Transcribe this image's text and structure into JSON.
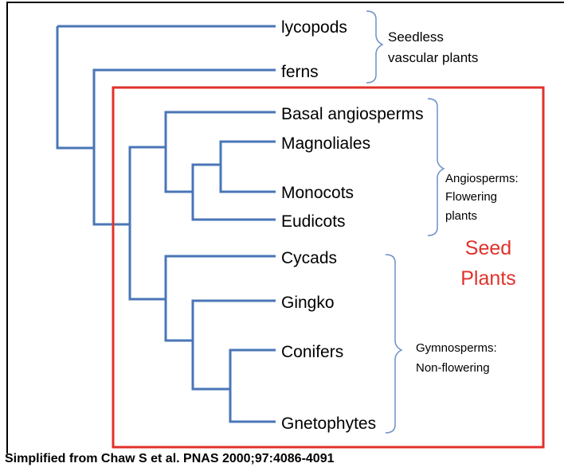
{
  "taxa": {
    "lycopods": "lycopods",
    "ferns": "ferns",
    "basal_angiosperms": "Basal angiosperms",
    "magnoliales": "Magnoliales",
    "monocots": "Monocots",
    "eudicots": "Eudicots",
    "cycads": "Cycads",
    "gingko": "Gingko",
    "conifers": "Conifers",
    "gnetophytes": "Gnetophytes"
  },
  "groups": {
    "seedless": [
      "Seedless",
      "vascular plants"
    ],
    "angiosperms": [
      "Angiosperms:",
      "Flowering",
      "plants"
    ],
    "gymnosperms": [
      "Gymnosperms:",
      "Non-flowering"
    ],
    "seed_plants": [
      "Seed",
      "Plants"
    ]
  },
  "caption": "Simplified from Chaw S et al. PNAS 2000;97:4086-4091",
  "colors": {
    "branch": "#4a76b7",
    "bracket": "#6b8fc7",
    "highlight": "#e0322b",
    "frame": "#000000"
  }
}
